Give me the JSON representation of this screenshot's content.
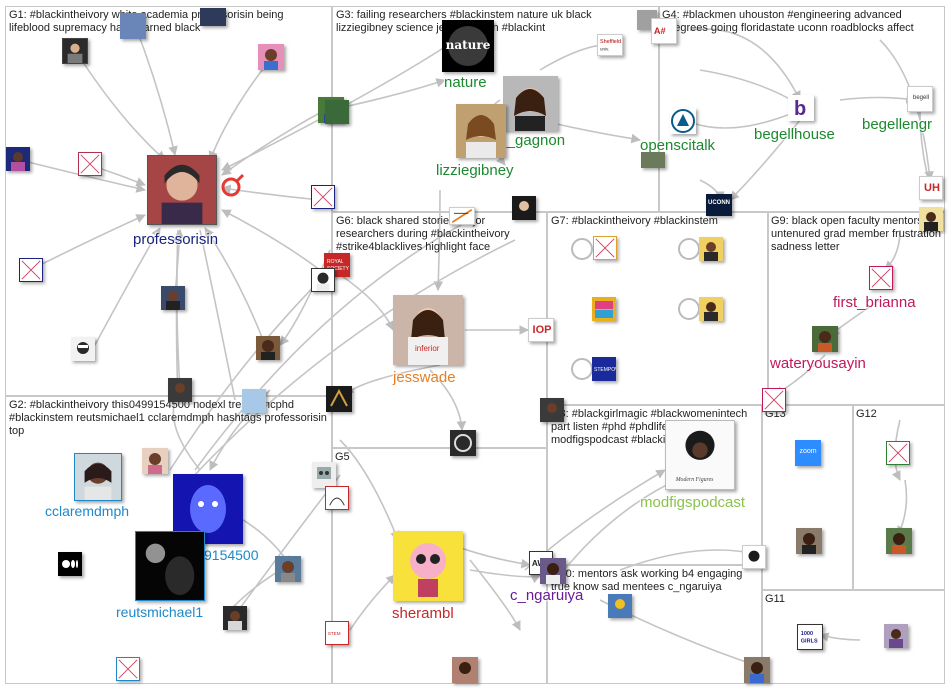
{
  "groups": [
    {
      "id": "g1",
      "label": "G1: #blackintheivory white academia professorisin being lifeblood supremacy hard learned black"
    },
    {
      "id": "g2",
      "label": "G2: #blackintheivory this0499154500 nodexl tressiemcphd #blackinstem reutsmichael1 cclaremdmph hashtags professorisin top"
    },
    {
      "id": "g3",
      "label": "G3: failing researchers #blackinstem nature uk black lizziegibney science jess_gagnon #blackint"
    },
    {
      "id": "g4",
      "label": "G4: #blackmen uhouston #engineering advanced #degrees going floridastate uconn roadblocks affect"
    },
    {
      "id": "g5",
      "label": "G5"
    },
    {
      "id": "g6",
      "label": "G6: black shared stories major researchers during #blackintheivory #strike4blacklives highlight face"
    },
    {
      "id": "g7",
      "label": "G7: #blackintheivory #blackinstem"
    },
    {
      "id": "g8",
      "label": "G8: #blackgirlmagic #blackwomenintech part listen #phd #phdlife #blackintech modfigspodcast #blackina"
    },
    {
      "id": "g9",
      "label": "G9: black open faculty mentors untenured grad member frustration sadness letter"
    },
    {
      "id": "g10",
      "label": "G10: mentors ask working b4 engaging true know sad mentees c_ngaruiya"
    },
    {
      "id": "g11",
      "label": "G11"
    },
    {
      "id": "g12",
      "label": "G12"
    },
    {
      "id": "g13",
      "label": "G13"
    }
  ],
  "named_nodes": [
    {
      "id": "professorisin",
      "label": "professorisin",
      "color": "#1a237e"
    },
    {
      "id": "nature",
      "label": "nature",
      "color": "#1b8a2f",
      "logo_text": "nature"
    },
    {
      "id": "jess_gagnon",
      "label": "jess_gagnon",
      "color": "#1b8a2f"
    },
    {
      "id": "lizziegibney",
      "label": "lizziegibney",
      "color": "#1b8a2f"
    },
    {
      "id": "openscitalk",
      "label": "openscitalk",
      "color": "#1b8a2f"
    },
    {
      "id": "begellhouse",
      "label": "begellhouse",
      "color": "#1b8a2f"
    },
    {
      "id": "begellengr",
      "label": "begellengr",
      "color": "#1b8a2f"
    },
    {
      "id": "cclaremdmph",
      "label": "cclaremdmph",
      "color": "#1e88c8"
    },
    {
      "id": "this0499154500",
      "label": "9154500",
      "color": "#1e88c8"
    },
    {
      "id": "reutsmichael1",
      "label": "reutsmichael1",
      "color": "#1e88c8"
    },
    {
      "id": "jesswade",
      "label": "jesswade",
      "color": "#e67e22"
    },
    {
      "id": "sherambl",
      "label": "sherambl",
      "color": "#c62828"
    },
    {
      "id": "c_ngaruiya",
      "label": "c_ngaruiya",
      "color": "#6a1b9a"
    },
    {
      "id": "modfigspodcast",
      "label": "modfigspodcast",
      "color": "#8bc34a"
    },
    {
      "id": "first_brianna",
      "label": "first_brianna",
      "color": "#c2185b"
    },
    {
      "id": "wateryousayin",
      "label": "wateryousayin",
      "color": "#c2185b"
    }
  ],
  "logos": {
    "iop": "IOP",
    "uconn": "UCONN",
    "zoom": "zoom",
    "uh": "UH",
    "begell_small": "begell"
  },
  "colors": {
    "edge": "#c4c4c4",
    "box": "#c8c8c8",
    "missing": "#d04060"
  }
}
